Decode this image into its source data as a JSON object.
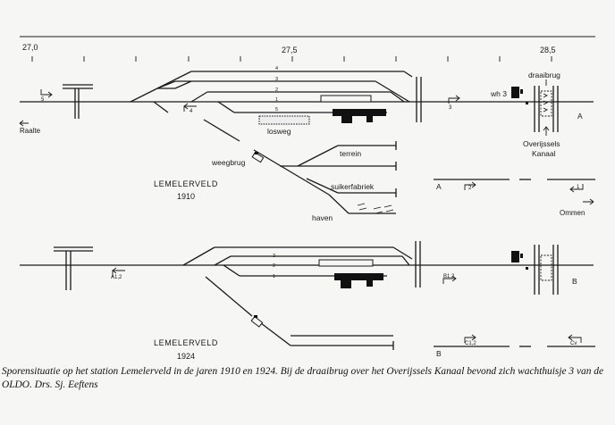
{
  "km_markers": [
    "27,0",
    "27,5",
    "28,5"
  ],
  "d1910": {
    "station": "LEMELERVELD",
    "year": "1910",
    "tracks": [
      "4",
      "3",
      "2",
      "1",
      "5"
    ],
    "signals": [
      "5",
      "4",
      "3",
      "2",
      "1"
    ],
    "labels": {
      "losweg": "losweg",
      "weegbrug": "weegbrug",
      "terrein": "terrein",
      "suikerfabriek": "suikerfabriek",
      "haven": "haven",
      "raalte": "Raalte",
      "ommen": "Ommen",
      "draaibrug": "draaibrug",
      "kanaal_1": "Overijssels",
      "kanaal_2": "Kanaal",
      "wh": "wh 3",
      "a_right": "A",
      "a_lower": "A"
    }
  },
  "d1924": {
    "station": "LEMELERVELD",
    "year": "1924",
    "tracks": [
      "3",
      "2",
      "1"
    ],
    "signals": [
      "A1,2",
      "B1,2",
      "C1,2",
      "Cv"
    ],
    "labels": {
      "b_right": "B",
      "b_lower": "B"
    }
  },
  "caption": {
    "text": "Sporensituatie op het station Lemelerveld in de jaren 1910 en 1924. Bij de draaibrug over het Overijssels Kanaal bevond zich wachthuisje 3 van de OLDO.",
    "author": "Drs. Sj. Eeftens"
  }
}
